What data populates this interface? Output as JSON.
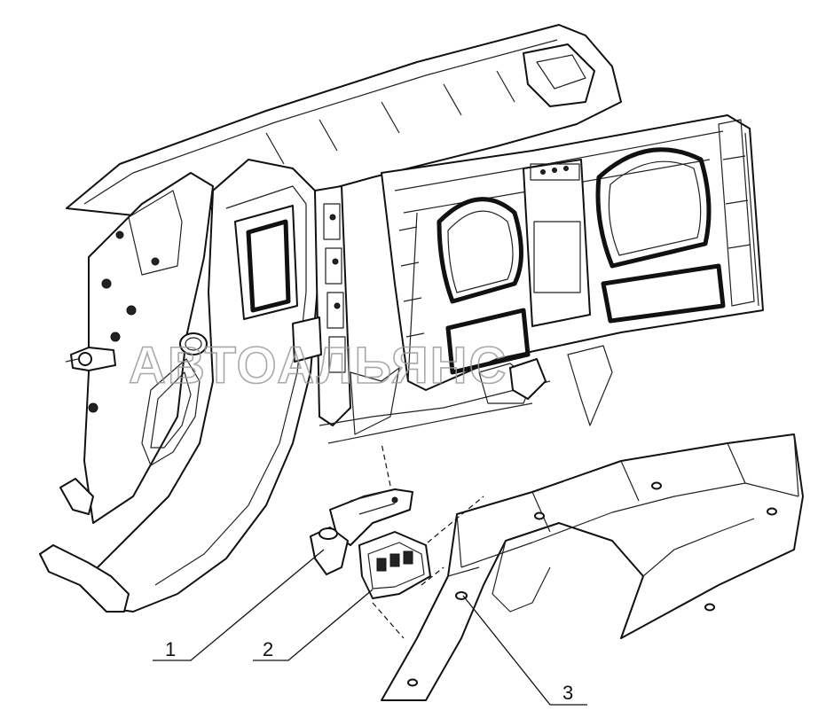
{
  "watermark": "АВТОАЛЬЯНС",
  "callouts": [
    {
      "id": "1",
      "label": "1"
    },
    {
      "id": "2",
      "label": "2"
    },
    {
      "id": "3",
      "label": "3"
    }
  ],
  "colors": {
    "line": "#111111",
    "background": "#ffffff",
    "watermark": "#9a9a9a"
  }
}
